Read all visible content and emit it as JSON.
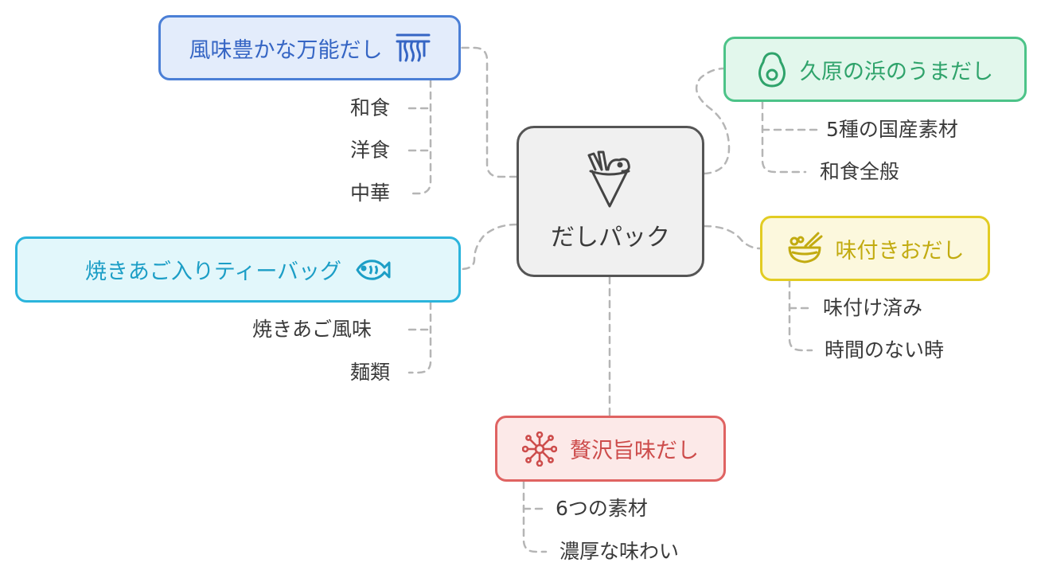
{
  "center": {
    "label": "だしパック",
    "icon": "dashi-pack-icon"
  },
  "branches": [
    {
      "id": "fumi",
      "label": "風味豊かな万能だし",
      "icon": "noodle-icon",
      "colors": {
        "border": "#4b7fd6",
        "fill": "#e3ecfb",
        "text": "#3565c4"
      },
      "items": [
        "和食",
        "洋食",
        "中華"
      ]
    },
    {
      "id": "kubara",
      "label": "久原の浜のうまだし",
      "icon": "avocado-icon",
      "colors": {
        "border": "#4cc388",
        "fill": "#e2f7ec",
        "text": "#2fa36b"
      },
      "items": [
        "5種の国産素材",
        "和食全般"
      ]
    },
    {
      "id": "yakiago",
      "label": "焼きあご入りティーバッグ",
      "icon": "fish-icon",
      "colors": {
        "border": "#2bb4dc",
        "fill": "#e2f7fb",
        "text": "#1c9ec6"
      },
      "items": [
        "焼きあご風味",
        "麺類"
      ]
    },
    {
      "id": "ajitsuki",
      "label": "味付きおだし",
      "icon": "soup-bowl-icon",
      "colors": {
        "border": "#e2cc23",
        "fill": "#fcf8dd",
        "text": "#c2ab10"
      },
      "items": [
        "味付け済み",
        "時間のない時"
      ]
    },
    {
      "id": "zeitaku",
      "label": "贅沢旨味だし",
      "icon": "flavor-burst-icon",
      "colors": {
        "border": "#df6362",
        "fill": "#fce9e8",
        "text": "#cd4c4b"
      },
      "items": [
        "6つの素材",
        "濃厚な味わい"
      ]
    }
  ]
}
